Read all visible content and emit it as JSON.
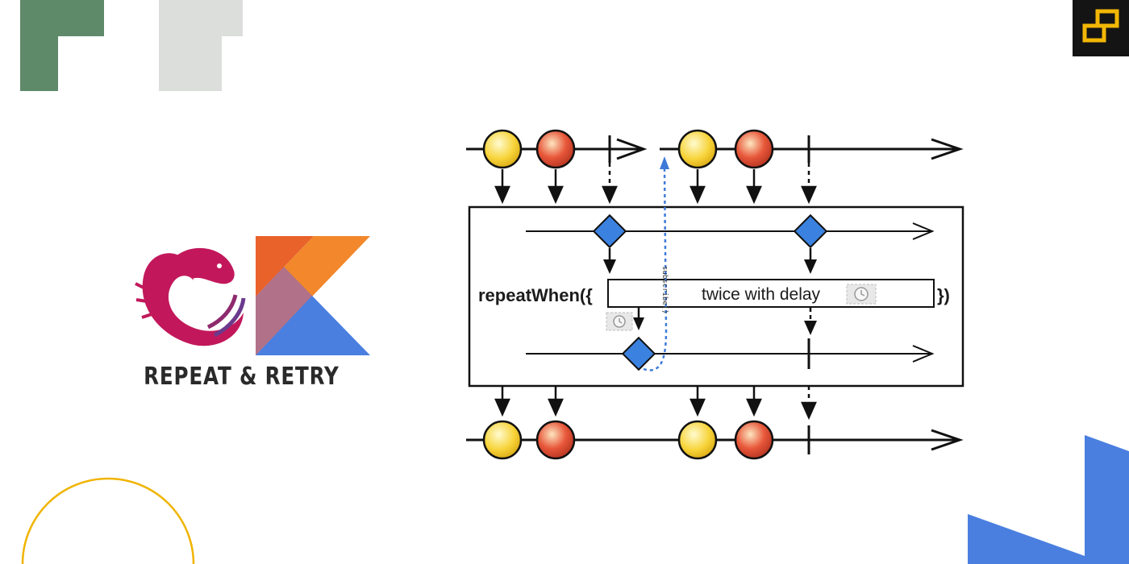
{
  "brand": {
    "caption": "REPEAT & RETRY"
  },
  "diagram": {
    "operator_open": "repeatWhen({",
    "inner_text": "twice with delay",
    "operator_close": "})",
    "resubscribe_label": "subscribe()"
  },
  "icons": {
    "badge": "cube-logo-icon",
    "rx": "reactivex-eel-icon",
    "kotlin": "kotlin-logo-icon",
    "clock": "clock-icon"
  },
  "colors": {
    "green": "#5e8a6a",
    "gray": "#dcdedc",
    "badge_bg": "#141414",
    "badge_fg": "#f2b705",
    "rx_pink": "#c2185b",
    "kotlin_blue": "#4a7fe0",
    "kotlin_orange": "#f2882b",
    "yellow_marble": "#f7d43a",
    "red_marble": "#e8573a",
    "diamond_blue": "#3b82e0",
    "resubscribe_blue": "#3e7bd8",
    "deco_blue": "#4a7fe0",
    "deco_yellow": "#f0b400"
  }
}
